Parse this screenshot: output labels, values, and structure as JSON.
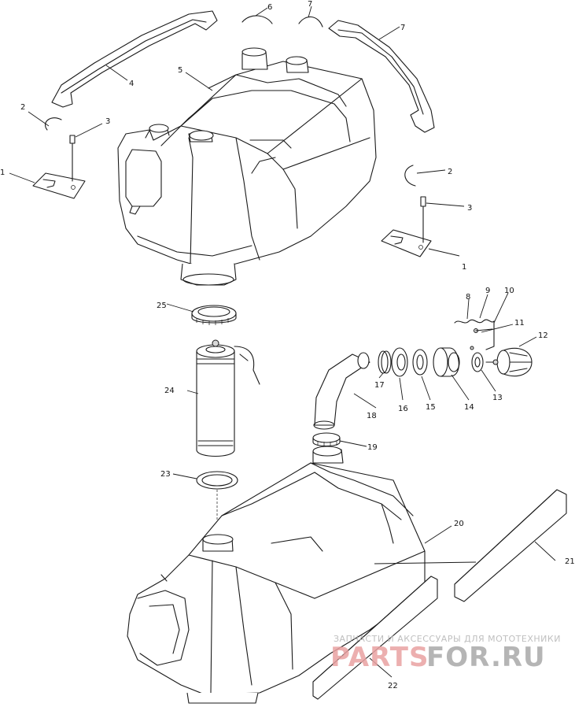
{
  "callouts": [
    {
      "id": "c1a",
      "text": "1"
    },
    {
      "id": "c2a",
      "text": "2"
    },
    {
      "id": "c3a",
      "text": "3"
    },
    {
      "id": "c4",
      "text": "4"
    },
    {
      "id": "c5",
      "text": "5"
    },
    {
      "id": "c6",
      "text": "6"
    },
    {
      "id": "c7top",
      "text": "7"
    },
    {
      "id": "c7",
      "text": "7"
    },
    {
      "id": "c2b",
      "text": "2"
    },
    {
      "id": "c3b",
      "text": "3"
    },
    {
      "id": "c1b",
      "text": "1"
    },
    {
      "id": "c8",
      "text": "8"
    },
    {
      "id": "c9",
      "text": "9"
    },
    {
      "id": "c10",
      "text": "10"
    },
    {
      "id": "c11",
      "text": "11"
    },
    {
      "id": "c12",
      "text": "12"
    },
    {
      "id": "c13",
      "text": "13"
    },
    {
      "id": "c14",
      "text": "14"
    },
    {
      "id": "c15",
      "text": "15"
    },
    {
      "id": "c16",
      "text": "16"
    },
    {
      "id": "c17",
      "text": "17"
    },
    {
      "id": "c18",
      "text": "18"
    },
    {
      "id": "c19",
      "text": "19"
    },
    {
      "id": "c20",
      "text": "20"
    },
    {
      "id": "c21",
      "text": "21"
    },
    {
      "id": "c22",
      "text": "22"
    },
    {
      "id": "c23",
      "text": "23"
    },
    {
      "id": "c24",
      "text": "24"
    },
    {
      "id": "c25",
      "text": "25"
    }
  ],
  "watermark": {
    "caption": "ЗАПЧАСТИ И АКСЕССУАРЫ ДЛЯ МОТОТЕХНИКИ",
    "logo_left": "PARTS",
    "logo_right": "FOR.RU",
    "colors": {
      "left": "#e9a2a2",
      "right": "#a9a9a9"
    }
  }
}
